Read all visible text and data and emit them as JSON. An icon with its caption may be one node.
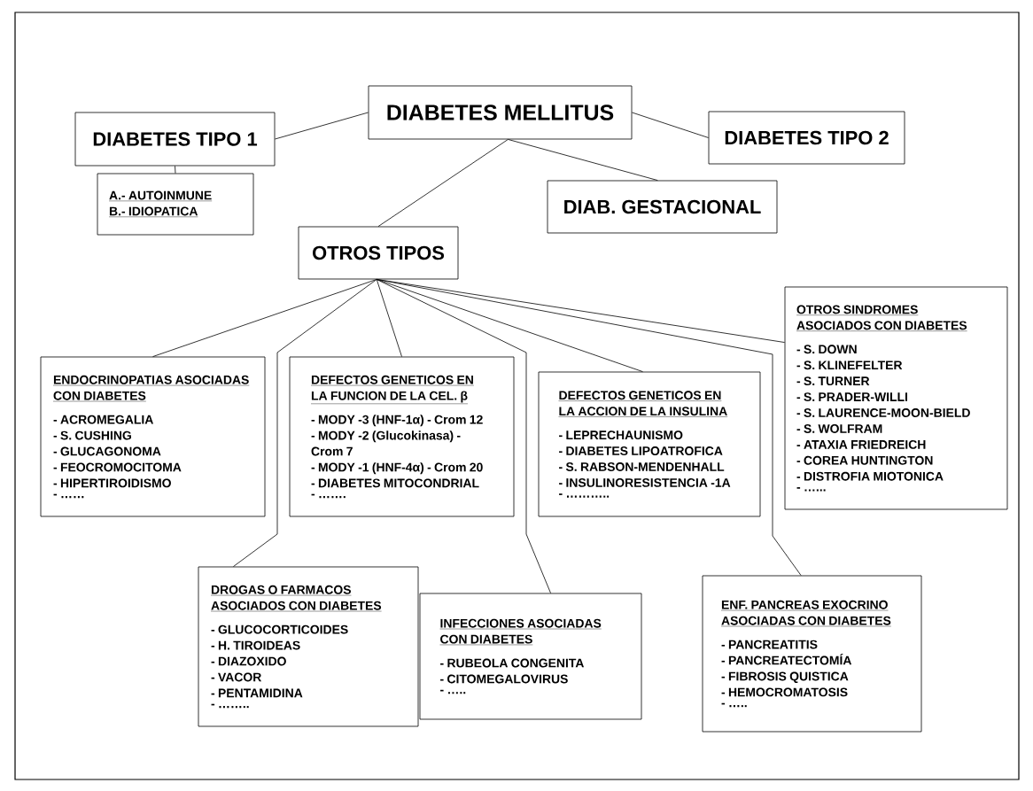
{
  "diagram": {
    "nodes": [
      {
        "text": [
          "DIABETES MELLITUS"
        ]
      },
      {
        "text": [
          "DIABETES TIPO 1"
        ]
      },
      {
        "text": [
          "A.- AUTOINMUNE",
          "B.- IDIOPATICA"
        ]
      },
      {
        "text": [
          "DIABETES TIPO 2"
        ]
      },
      {
        "text": [
          "DIAB. GESTACIONAL"
        ]
      },
      {
        "text": [
          "OTROS  TIPOS"
        ]
      },
      {
        "text": [
          "ENDOCRINOPATIAS ASOCIADAS CON DIABETES",
          "- ACROMEGALIA",
          "- S. CUSHING",
          "- GLUCAGONOMA",
          "- FEOCROMOCITOMA",
          "- HIPERTIROIDISMO",
          "- ……"
        ]
      },
      {
        "text": [
          "DEFECTOS GENETICOS EN LA FUNCION DE LA CEL. β",
          "- MODY -3 (HNF-1α) - Crom 12",
          "- MODY -2 (Glucokinasa) - Crom 7",
          "- MODY -1 (HNF-4α) - Crom 20",
          "- DIABETES MITOCONDRIAL",
          "- ……."
        ]
      },
      {
        "text": [
          "DEFECTOS GENETICOS EN LA ACCION DE LA INSULINA",
          "- LEPRECHAUNISMO",
          "- DIABETES LIPOATROFICA",
          "- S. RABSON-MENDENHALL",
          "- INSULINORESISTENCIA -1A",
          "- ……….."
        ]
      },
      {
        "text": [
          "OTROS SINDROMES ASOCIADOS CON DIABETES",
          "- S. DOWN",
          "- S. KLINEFELTER",
          "- S. TURNER",
          "- S. PRADER-WILLI",
          "- S. LAURENCE-MOON-BIELD",
          "- S. WOLFRAM",
          "- ATAXIA FRIEDREICH",
          "- COREA HUNTINGTON",
          "- DISTROFIA MIOTONICA",
          "- …..."
        ]
      },
      {
        "text": [
          "DROGAS O FARMACOS ASOCIADOS CON DIABETES",
          "- GLUCOCORTICOIDES",
          "- H. TIROIDEAS",
          "- DIAZOXIDO",
          "- VACOR",
          "- PENTAMIDINA",
          "- …….."
        ]
      },
      {
        "text": [
          "INFECCIONES  ASOCIADAS CON DIABETES",
          "- RUBEOLA CONGENITA",
          "- CITOMEGALOVIRUS",
          "- ….."
        ]
      },
      {
        "text": [
          "ENF. PANCREAS EXOCRINO ASOCIADAS CON DIABETES",
          "- PANCREATITIS",
          "- PANCREATECTOMÍA",
          "- FIBROSIS QUISTICA",
          "- HEMOCROMATOSIS",
          "- ….."
        ]
      }
    ],
    "edges": [
      {
        "from": 0,
        "to": 1,
        "arrow": "none"
      },
      {
        "from": 0,
        "to": 3,
        "arrow": "none"
      },
      {
        "from": 0,
        "to": 4,
        "arrow": "none"
      },
      {
        "from": 0,
        "to": 5,
        "arrow": "none"
      },
      {
        "from": 1,
        "to": 2,
        "arrow": "none"
      },
      {
        "from": 5,
        "to": 6,
        "arrow": "none"
      },
      {
        "from": 5,
        "to": 7,
        "arrow": "none"
      },
      {
        "from": 5,
        "to": 10,
        "arrow": "none"
      },
      {
        "from": 5,
        "to": 11,
        "arrow": "none"
      },
      {
        "from": 5,
        "to": 8,
        "arrow": "none"
      },
      {
        "from": 5,
        "to": 12,
        "arrow": "none"
      },
      {
        "from": 5,
        "to": 9,
        "arrow": "none"
      }
    ]
  }
}
